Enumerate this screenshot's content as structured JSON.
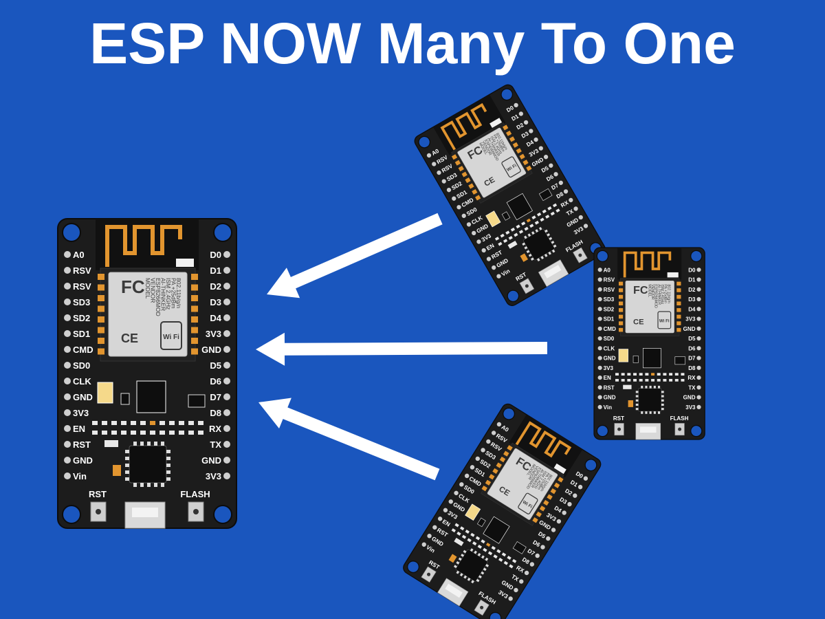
{
  "title": "ESP NOW Many To One",
  "colors": {
    "background": "#1a56be",
    "board": "#1c1c1c",
    "antenna": "#e2952f",
    "shield": "#d6d6d6",
    "arrow": "#ffffff"
  },
  "board": {
    "left_pins": [
      "A0",
      "RSV",
      "RSV",
      "SD3",
      "SD2",
      "SD1",
      "CMD",
      "SD0",
      "CLK",
      "GND",
      "3V3",
      "EN",
      "RST",
      "GND",
      "Vin"
    ],
    "right_pins": [
      "D0",
      "D1",
      "D2",
      "D3",
      "D4",
      "3V3",
      "GND",
      "D5",
      "D6",
      "D7",
      "D8",
      "RX",
      "TX",
      "GND",
      "3V3"
    ],
    "rst_label": "RST",
    "flash_label": "FLASH",
    "chip_lines": [
      "MODEL",
      "VENDOR",
      "ESP8266MOD",
      "AI-THINKER",
      "ISM 2.4GHz",
      "PA +25dBm",
      "802.11b/g/n"
    ],
    "fc_mark": "FC",
    "wifi_mark": "Wi Fi",
    "ce_mark": "CE"
  },
  "boards": [
    {
      "role": "receiver"
    },
    {
      "role": "sender"
    },
    {
      "role": "sender"
    },
    {
      "role": "sender"
    }
  ],
  "arrows": [
    {
      "from": "sender-1",
      "to": "receiver"
    },
    {
      "from": "sender-2",
      "to": "receiver"
    },
    {
      "from": "sender-3",
      "to": "receiver"
    }
  ]
}
